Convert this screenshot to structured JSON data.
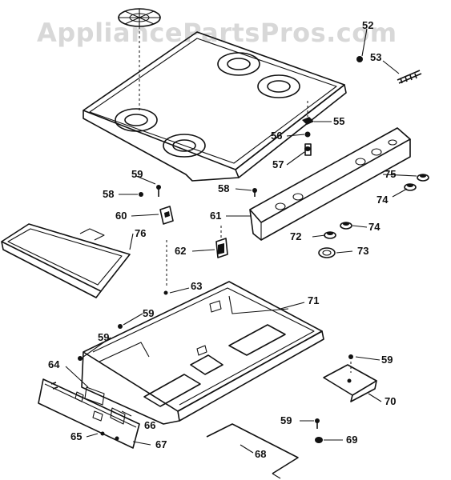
{
  "watermark": "AppliancePartsPros.com",
  "parts": [
    {
      "key": "p52",
      "label": "52"
    },
    {
      "key": "p53",
      "label": "53"
    },
    {
      "key": "p55",
      "label": "55"
    },
    {
      "key": "p56",
      "label": "56"
    },
    {
      "key": "p57",
      "label": "57"
    },
    {
      "key": "p58a",
      "label": "58"
    },
    {
      "key": "p58b",
      "label": "58"
    },
    {
      "key": "p59a",
      "label": "59"
    },
    {
      "key": "p59b",
      "label": "59"
    },
    {
      "key": "p59c",
      "label": "59"
    },
    {
      "key": "p59d",
      "label": "59"
    },
    {
      "key": "p59e",
      "label": "59"
    },
    {
      "key": "p60",
      "label": "60"
    },
    {
      "key": "p61",
      "label": "61"
    },
    {
      "key": "p62",
      "label": "62"
    },
    {
      "key": "p63",
      "label": "63"
    },
    {
      "key": "p64",
      "label": "64"
    },
    {
      "key": "p65",
      "label": "65"
    },
    {
      "key": "p66",
      "label": "66"
    },
    {
      "key": "p67",
      "label": "67"
    },
    {
      "key": "p68",
      "label": "68"
    },
    {
      "key": "p69",
      "label": "69"
    },
    {
      "key": "p70",
      "label": "70"
    },
    {
      "key": "p71",
      "label": "71"
    },
    {
      "key": "p72",
      "label": "72"
    },
    {
      "key": "p73",
      "label": "73"
    },
    {
      "key": "p74a",
      "label": "74"
    },
    {
      "key": "p74b",
      "label": "74"
    },
    {
      "key": "p75",
      "label": "75"
    },
    {
      "key": "p76",
      "label": "76"
    }
  ]
}
